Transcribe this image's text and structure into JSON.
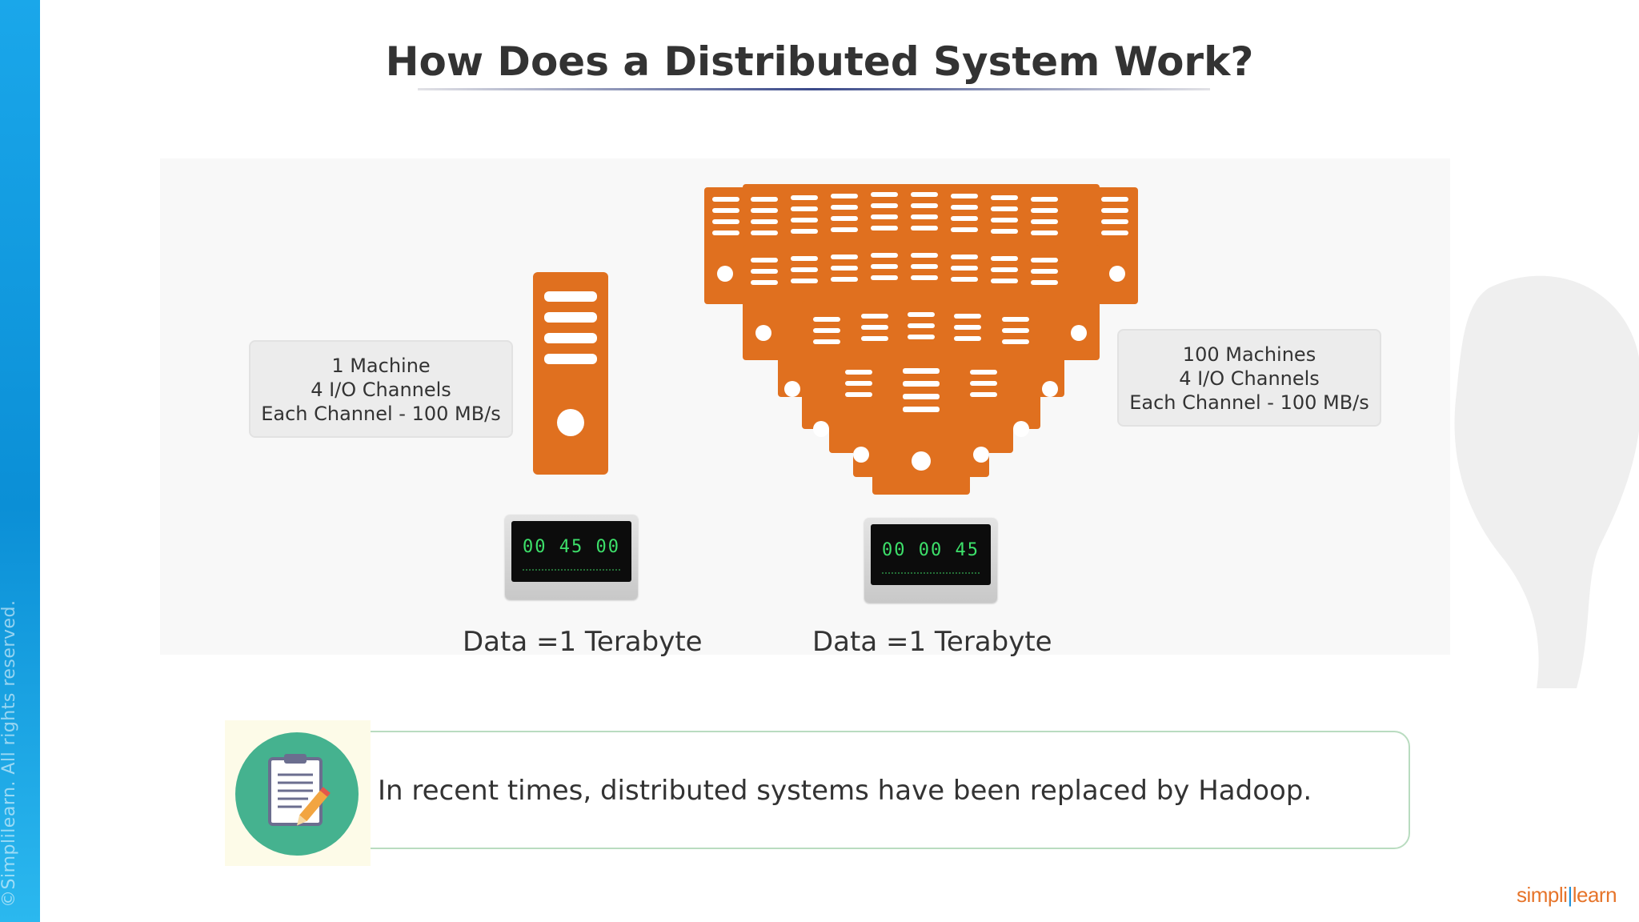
{
  "slide": {
    "title": "How Does a Distributed System Work?",
    "copyright": "©Simplilearn. All rights reserved.",
    "brand": "simplilearn"
  },
  "left_system": {
    "line1": "1 Machine",
    "line2": "4 I/O Channels",
    "line3": "Each Channel - 100 MB/s",
    "timer": "00 45 00",
    "data_label": "Data =1 Terabyte"
  },
  "right_system": {
    "line1": "100 Machines",
    "line2": "4 I/O Channels",
    "line3": "Each Channel - 100 MB/s",
    "timer": "00 00 45",
    "data_label": "Data =1 Terabyte"
  },
  "note": {
    "text": "In recent times, distributed systems have been replaced by Hadoop.",
    "icon": "clipboard-pencil-icon"
  },
  "colors": {
    "server_orange": "#e0701f",
    "sidebar_blue": "#0b8fd6",
    "timer_green": "#3de06a",
    "note_border": "#b9dcc0",
    "icon_teal": "#45b28f"
  }
}
